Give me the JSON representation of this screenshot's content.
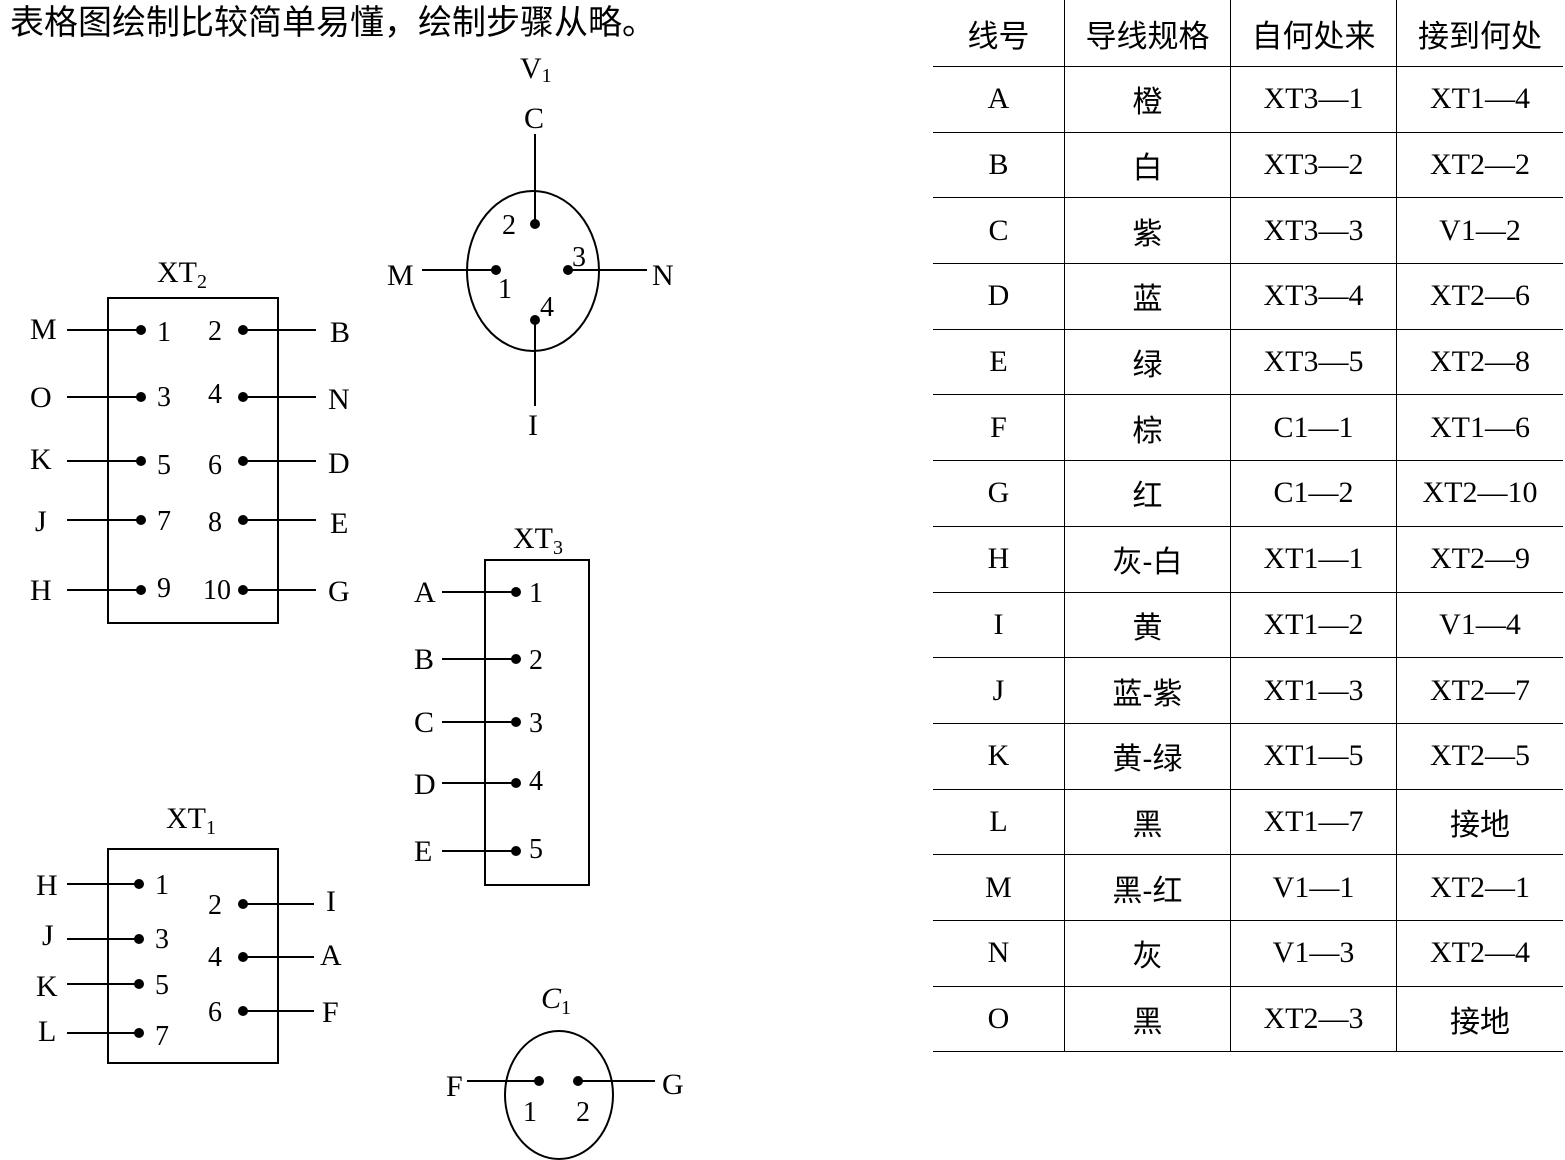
{
  "intro_text": "表格图绘制比较简单易懂，绘制步骤从略。",
  "components": {
    "V1": {
      "label_main": "V",
      "label_sub": "1",
      "pins": [
        "1",
        "2",
        "3",
        "4"
      ],
      "leads": {
        "top": "C",
        "left": "M",
        "right": "N",
        "bottom": "I"
      }
    },
    "XT2": {
      "label_main": "XT",
      "label_sub": "2",
      "pins_left": [
        "1",
        "3",
        "5",
        "7",
        "9"
      ],
      "pins_right": [
        "2",
        "4",
        "6",
        "8",
        "10"
      ],
      "leads_left": [
        "M",
        "O",
        "K",
        "J",
        "H"
      ],
      "leads_right": [
        "B",
        "N",
        "D",
        "E",
        "G"
      ]
    },
    "XT3": {
      "label_main": "XT",
      "label_sub": "3",
      "pins": [
        "1",
        "2",
        "3",
        "4",
        "5"
      ],
      "leads": [
        "A",
        "B",
        "C",
        "D",
        "E"
      ]
    },
    "XT1": {
      "label_main": "XT",
      "label_sub": "1",
      "pins_left": [
        "1",
        "3",
        "5",
        "7"
      ],
      "pins_right": [
        "2",
        "4",
        "6"
      ],
      "leads_left": [
        "H",
        "J",
        "K",
        "L"
      ],
      "leads_right": [
        "I",
        "A",
        "F"
      ]
    },
    "C1": {
      "label_main": "C",
      "label_sub": "1",
      "pins": [
        "1",
        "2"
      ],
      "leads": {
        "left": "F",
        "right": "G"
      }
    }
  },
  "wiring_table": {
    "headers": [
      "线号",
      "导线规格",
      "自何处来",
      "接到何处"
    ],
    "rows": [
      [
        "A",
        "橙",
        "XT3—1",
        "XT1—4"
      ],
      [
        "B",
        "白",
        "XT3—2",
        "XT2—2"
      ],
      [
        "C",
        "紫",
        "XT3—3",
        "V1—2"
      ],
      [
        "D",
        "蓝",
        "XT3—4",
        "XT2—6"
      ],
      [
        "E",
        "绿",
        "XT3—5",
        "XT2—8"
      ],
      [
        "F",
        "棕",
        "C1—1",
        "XT1—6"
      ],
      [
        "G",
        "红",
        "C1—2",
        "XT2—10"
      ],
      [
        "H",
        "灰-白",
        "XT1—1",
        "XT2—9"
      ],
      [
        "I",
        "黄",
        "XT1—2",
        "V1—4"
      ],
      [
        "J",
        "蓝-紫",
        "XT1—3",
        "XT2—7"
      ],
      [
        "K",
        "黄-绿",
        "XT1—5",
        "XT2—5"
      ],
      [
        "L",
        "黑",
        "XT1—7",
        "接地"
      ],
      [
        "M",
        "黑-红",
        "V1—1",
        "XT2—1"
      ],
      [
        "N",
        "灰",
        "V1—3",
        "XT2—4"
      ],
      [
        "O",
        "黑",
        "XT2—3",
        "接地"
      ]
    ]
  }
}
